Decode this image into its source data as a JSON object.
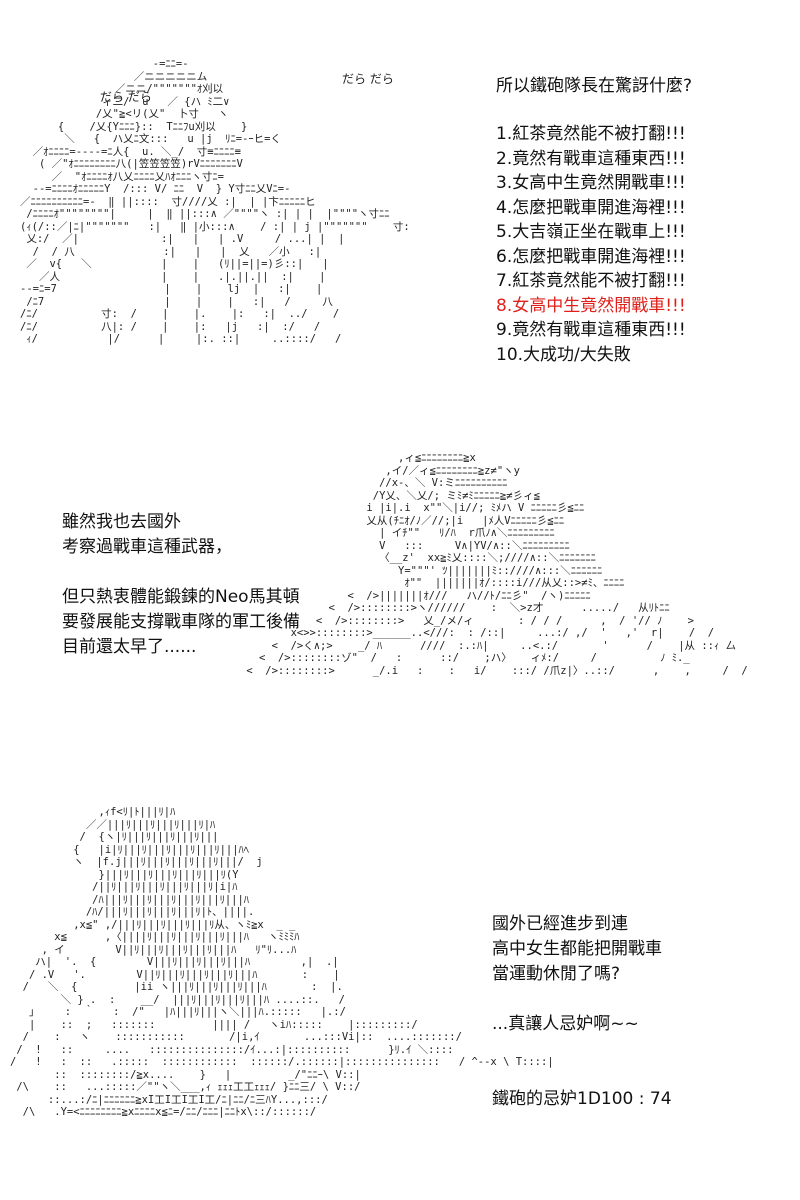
{
  "panel1": {
    "sfx": [
      "だら だら",
      "だら だら"
    ],
    "question": "所以鐵砲隊長在驚訝什麼?",
    "list": [
      "1.紅茶竟然能不被打翻!!!",
      "2.竟然有戰車這種東西!!!",
      "3.女高中生竟然開戰車!!!",
      "4.怎麼把戰車開進海裡!!!",
      "5.大吉嶺正坐在戰車上!!!",
      "6.怎麼把戰車開進海裡!!!",
      "7.紅茶竟然能不被打翻!!!",
      "8.女高中生竟然開戰車!!!",
      "9.竟然有戰車這種東西!!!",
      "10.大成功/大失敗"
    ],
    "highlight_color": "#e0211b",
    "art": "                     -=ﾆﾆ=-\n                  ／ニニニニニム\n               ／ニニ/\"\"\"\"\"\"\"ｵ刈以\n             ィ二/  u   ／ {ハ ﾐ二∨\n            /乂\"≧<リ(乂\"  卜寸   ヽ\n      {    /乂{Yﾆﾆﾆ}::  Tﾆﾆﾌu刈以    }\n       ＼   {  ハ乂ﾆ文:::   u |j  ﾘﾆ=-ｰヒ=く\n  ／ｵﾆﾆﾆﾆ=----=ﾆ人{  u. ＼_/  寸≡ﾆﾆﾆﾆ≡\n   ( ／\"ｵﾆﾆﾆﾆﾆﾆﾆﾆ八(|笠笠笠笠)rVﾆﾆﾆﾆﾆﾆﾆV\n     ／  \"ｵﾆﾆﾆﾆｵ八乂ﾆﾆﾆﾆ乂ﾊｵﾆﾆﾆヽ寸ﾆ=\n  --=ﾆﾆﾆﾆｵﾆﾆﾆﾆﾆY  /::: V/ ﾆﾆ  V  } Y寸ﾆﾆ乂Vﾆ=-\n／ﾆﾆﾆﾆﾆﾆﾆﾆﾆﾆ=-  ‖ ||::::  寸////乂 :|  | |卞ﾆﾆﾆﾆﾆヒ\n /ﾆﾆﾆﾆｵ\"\"\"\"\"\"\"\"|     |  ‖ ||:::∧ ／\"\"\"\"ヽ :| | |  |\"\"\"\"ヽ寸ﾆﾆ\n(ｨ(/::／|ﾆ|\"\"\"\"\"\"\"   :|   ‖ |小:::∧    / :| | j |\"\"\"\"\"\"\"    寸:\n 乂:/  ／|             :|   |   | .V     / ...| |  |\n  /  / 八              :|   |   |  乂   ／小   :|\n ／  v{   ＼           |    |   (ﾘ||=||=)彡::|   |\n   ／人                |    |   .|.||.||  :|    |\n--=ﾆ=7                 |    |    lj  |   :|    |\n /ﾆ7                   |    |    |   :|   /     八\n/ﾆ/          寸:  /    |    |.    |:   :|  ../    /\n/ﾆ/          八|: /    |    |:   |j   :|  :/   /\n ｨ/           |/      |     |:. ::|     ..::::/   /"
  },
  "panel2": {
    "text": [
      "雖然我也去國外",
      "考察過戰車這種武器，",
      "但只熱衷體能鍛鍊的Neo馬其頓",
      "要發展能支撐戰車隊的軍工後備",
      "目前還太早了......"
    ],
    "art": "                         ,ィ≦ﾆﾆﾆﾆﾆﾆﾆﾆ≧x\n                       ,イ/／ィ≦ﾆﾆﾆﾆﾆﾆﾆﾆ≧z≠\"ヽy\n                      //x-、＼ V:ミﾆﾆﾆﾆﾆﾆﾆﾆﾆﾆ\n                     /Y乂、＼乂/; ミﾐ≠ﾐﾆﾆﾆﾆﾆ≧≠彡ィ≦\n                    i |i|.i  x\"\"＼|i//; ﾐﾒハ V ﾆﾆﾆﾆﾆ彡≦ﾆﾆ\n                    乂从(ﾁﾆｵ/ﾉ／//;|i   |ﾒ人Vﾆﾆﾆﾆﾆ彡≦ﾆﾆ\n                      | イﾁ\"\"   ﾘ/ﾊ  r爪ﾉ∧＼ﾆﾆﾆﾆﾆﾆﾆﾆﾆ\n                      V   :::     V∧|YV/∧::＼ﾆﾆﾆﾆﾆﾆﾆﾆﾆ\n                      〈__z'  xx≧ﾐ乂::::＼;////∧::＼ﾆﾆﾆﾆﾆﾆﾆ\n                         Y=\"\"\"' ﾂ|||||||ﾐ::////∧:::＼ﾆﾆﾆﾆﾆﾆ\n                          ｵ\"\"  |||||||ｵ/::::i///从乂::>≠ﾐ、ﾆﾆﾆﾆ\n                 <  />|||||||ｵ///   ハ//ﾄ/ﾆﾆ彡\"  /ヽ)ﾆﾆﾆﾆﾆ\n              <  />::::::::>ヽ//////    :  ＼>z才      ...../   从ﾘﾄﾆﾆ\n            <  />::::::::>   乂_/メ/ィ       : / / /      ,  / '// ﾉ    >\n        x<>>::::::::>______..<///:  : /::|     ...:/ ,/  '   ,'  r|    /  /\n     <  />く∧;>    _/ ﾊ      ////  :.:ﾊ|     ..<.:/       '      /    |从 ::ｨ 厶\n   <  />::::::::ゾ\"  /   :      ::/    ;ハ〉   ィﾒ:/     /          ﾉ ﾐ._\n <  />::::::::>      _/.i   :    :   i/    :::/ /爪z|〉..::/      ,    ,     /  /"
  },
  "panel3": {
    "text": [
      "國外已經進步到連",
      "高中女生都能把開戰車",
      "當運動休閒了嗎?",
      "...真讓人忌妒啊~~",
      "鐵砲的忌妒1D100 : 74"
    ],
    "art": "              ,ｨf<ﾘ|ﾄ|||ﾘ|ﾊ\n            ／／|||ﾘ|||ﾘ|||ﾘ|||ﾘ|ﾊ\n           /  {ヽ|ﾘ|||ﾘ|||ﾘ|||ﾘ|||\n          {   |i|ﾘ|||ﾘ|||ﾘ|||ﾘ|||ﾘ|||ﾊﾍ\n          ヽ  |f.j|||ﾘ|||ﾘ|||ﾘ|||ﾘ|||/  j\n              }|||ﾘ|||ﾘ|||ﾘ|||ﾘ|||ﾘ(Y\n             /||ﾘ|||ﾘ|||ﾘ|||ﾘ|||ﾘ|i|ﾊ\n             /ﾊ|||ﾘ|||ﾘ|||ﾘ|||ﾘ|||ﾘ|||ﾊ\n            /ﾊ/|||ﾘ|||ﾘ|||ﾘ|||ﾘ|ﾄ、||||.\n          ,x≦\" ,/|||ﾘ|||ﾘ|||ﾘ|||ﾘ从、ヽﾐ≧x  _ _\n       x≦      ,〈||||ﾘ|||ﾘ|||ﾘ|||ﾘ|||ﾊ   ヽﾐﾐﾐﾊ\n     , イ        V||ﾘ|||ﾘ|||ﾘ|||ﾘ|||ﾊ   ﾘ\"ﾘ...ﾊ\n    ハ|  '.  {        V|||ﾘ|||ﾘ|||ﾘ|||ﾊ        ,|  .|\n   / .V   '.        V||ﾘ|||ﾘ|||ﾘ|||ﾘ|||ﾊ       :    |\n  /   ＼  {         |ii ヽ|||ﾘ|||ﾘ|||ﾘ|||ﾊ       :  |.\n        ＼ } .  :    __/  |||ﾘ|||ﾘ|||ﾘ|||ﾊ ....::.   /\n   」    :  ｀   :  /\"   |ﾊ|||ﾘ|||ヽ＼|||ﾊ.:::::   |.:/\n   |    ::  ;   :::::::         |||| /   ヽiﾊ:::::    |:::::::::/\n  /    :   ヽ    :::::::::::       /|i,ｲ       ...:::Vi|::  ....:::::::/\n /  !   ::     ....   :::::::::::::::/ｲ...:|::::::::::      }ﾘ.ｲ ＼::::\n/   !   :  ::   .:::::  ::::::::::::  ::::::/.::::::|:::::::::::::::   / ^--x \\ T::::|\n       ::  ::::::::/≧x....    }   |         _/\"ﾆﾆｰ\\ V::|\n /\\    ::   ...:::::／\"\"ヽ＼___,ｨ ｪｪｪ工工ｪｪｪ/ }ﾆﾆ三/ \\ V::/\n      ::...:/ﾆ|ﾆﾆﾆﾆﾆﾆ≧xI工I工I工I工/ﾆ|ﾆﾆ/ﾆ三ﾊY...,:::/\n  /\\   .Y=<ﾆﾆﾆﾆﾆﾆﾆﾆ≧xﾆﾆﾆﾆx≦ﾆ=/ﾆﾆ/ﾆﾆﾆ|ﾆﾆﾄx\\::/::::::/"
  }
}
